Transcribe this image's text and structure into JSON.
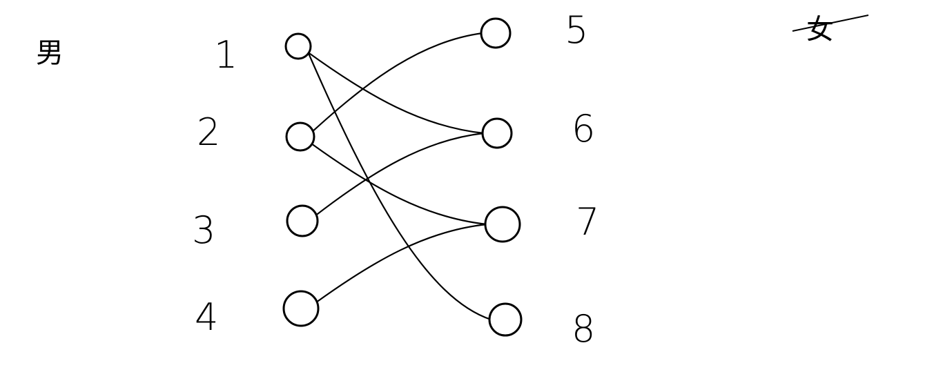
{
  "side_labels": {
    "left": "男",
    "right": "女"
  },
  "left_nodes": [
    {
      "id": "1",
      "label": "1"
    },
    {
      "id": "2",
      "label": "2"
    },
    {
      "id": "3",
      "label": "3"
    },
    {
      "id": "4",
      "label": "4"
    }
  ],
  "right_nodes": [
    {
      "id": "5",
      "label": "5"
    },
    {
      "id": "6",
      "label": "6"
    },
    {
      "id": "7",
      "label": "7"
    },
    {
      "id": "8",
      "label": "8"
    }
  ],
  "edges": [
    {
      "from": "1",
      "to": "6"
    },
    {
      "from": "1",
      "to": "8"
    },
    {
      "from": "2",
      "to": "5"
    },
    {
      "from": "2",
      "to": "7"
    },
    {
      "from": "3",
      "to": "6"
    },
    {
      "from": "4",
      "to": "7"
    }
  ],
  "colors": {
    "stroke": "#000000",
    "background": "#ffffff"
  }
}
